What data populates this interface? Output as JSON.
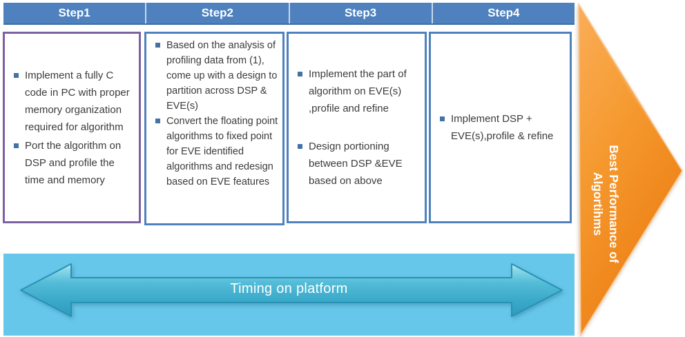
{
  "steps": [
    {
      "label": "Step1",
      "bullets": [
        "Implement a fully C code in PC with proper memory organization required for algorithm",
        "Port the algorithm on DSP and profile the time and memory"
      ]
    },
    {
      "label": "Step2",
      "bullets": [
        "Based on the analysis of profiling data from (1), come up with a design to partition across DSP & EVE(s)",
        "Convert the floating point algorithms to fixed point for EVE identified algorithms and redesign based on EVE features"
      ]
    },
    {
      "label": "Step3",
      "bullets": [
        "Implement the part of algorithm on EVE(s) ,profile and refine",
        "Design portioning between DSP &EVE based on above"
      ]
    },
    {
      "label": "Step4",
      "bullets": [
        "Implement DSP + EVE(s),profile & refine"
      ]
    }
  ],
  "right_arrow": {
    "line1": "Best Performance of",
    "line2": "Algortihms"
  },
  "timing_arrow": {
    "label": "Timing on platform"
  },
  "colors": {
    "header_blue": "#4E81BD",
    "box_border_blue": "#4E81BD",
    "box_border_purple": "#7D60A0",
    "bullet_blue": "#4472A4",
    "body_text": "#3B3B3B",
    "orange_light": "#FBAD58",
    "orange_dark": "#EC7D11",
    "panel_light_blue": "#66C7EB",
    "teal_arrow_mid": "#3AA9C9",
    "label_white": "#FFFFFF"
  }
}
